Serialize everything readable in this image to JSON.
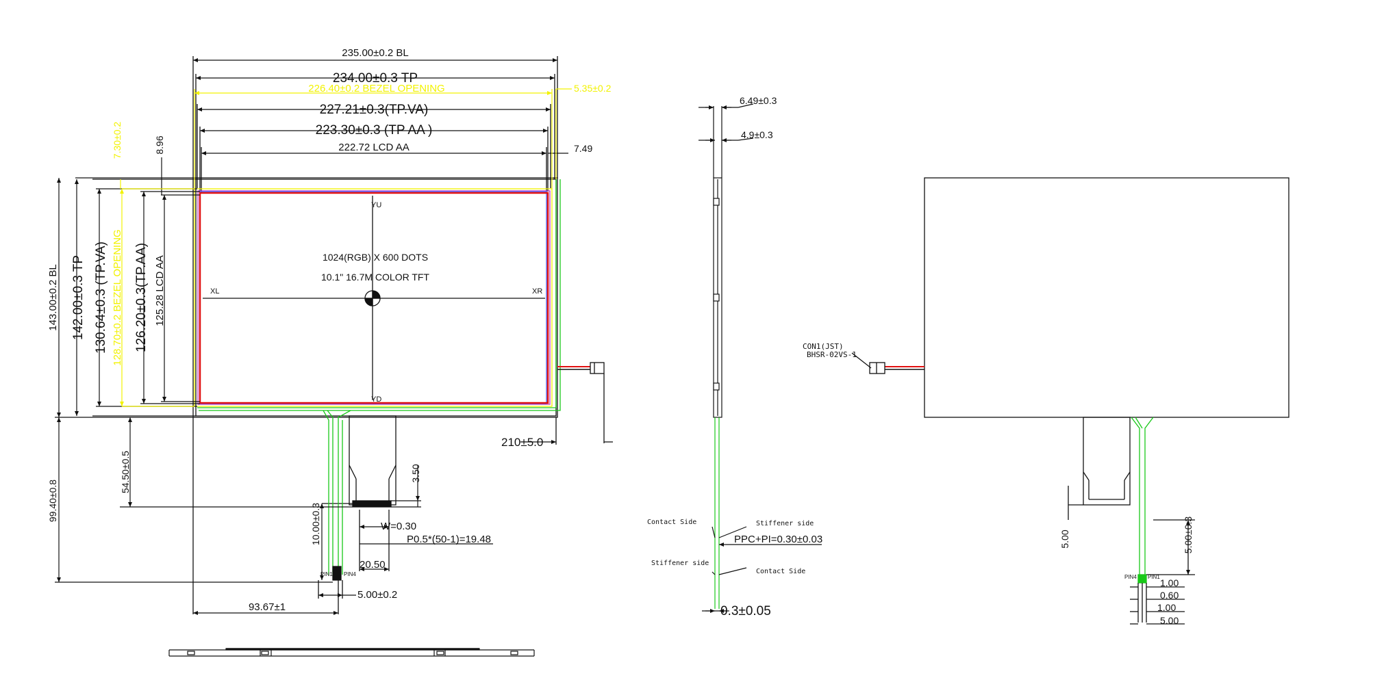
{
  "colors": {
    "line": "#111111",
    "yellow": "#f2f200",
    "red": "#e01010",
    "green": "#18c818",
    "magenta": "#c040c0",
    "blue": "#4060ff"
  },
  "front_view": {
    "width_dims": {
      "bl": "235.00±0.2 BL",
      "tp": "234.00±0.3  TP",
      "bezel": "226.40±0.2 BEZEL OPENING",
      "bezel_side": "5.35±0.2",
      "tp_va": "227.21±0.3(TP.VA)",
      "tp_aa": "223.30±0.3 (TP  AA  )",
      "lcd_aa": "222.72 LCD AA",
      "right_offset": "7.49"
    },
    "height_dims": {
      "bl": "143.00±0.2 BL",
      "tp": "142.00±0.3  TP",
      "tp_va": "130.64±0.3 (TP.VA)",
      "bezel": "128.70±0.2 BEZEL OPENING",
      "bezel_top": "7.30±0.2",
      "top_offset": "8.96",
      "tp_aa": "126.20±0.3(TP.AA)",
      "lcd_aa": "125.28 LCD AA"
    },
    "panel_labels": {
      "yu": "YU",
      "yd": "YD",
      "xl": "XL",
      "xr": "XR",
      "resolution": "1024(RGB) X 600 DOTS",
      "type": "10.1\" 16.7M COLOR TFT"
    },
    "cable_dims": {
      "cable_len": "210±5.0",
      "fpc_d1": "54.50±0.5",
      "fpc_d2": "99.40±0.8",
      "stiff": "3.50",
      "tail_len": "10.00±0.3",
      "width": "W=0.30",
      "pitch": "P0.5*(50-1)=19.48",
      "tail_w": "20.50",
      "tail_w2": "5.00±0.2",
      "offset_x": "93.67±1",
      "pin1": "PIN1",
      "pin4": "PIN4"
    }
  },
  "side_view": {
    "total": "6.49±0.3",
    "inner": "4.9±0.3",
    "contact_side_1": "Contact Side",
    "stiffener_side_1": "Stiffener side",
    "ppc": "PPC+PI=0.30±0.03",
    "stiffener_side_2": "Stiffener side",
    "contact_side_2": "Contact Side",
    "thickness": "0.3±0.05"
  },
  "back_view": {
    "connector_1": "CON1(JST)",
    "connector_2": "BHSR-02VS-1",
    "fpc_len": "5.00",
    "tail_len": "5.00±0.3",
    "pin4": "PIN4",
    "pin1": "PIN1",
    "d1": "1.00",
    "d2": "0.60",
    "d3": "1.00",
    "d4": "5.00"
  }
}
